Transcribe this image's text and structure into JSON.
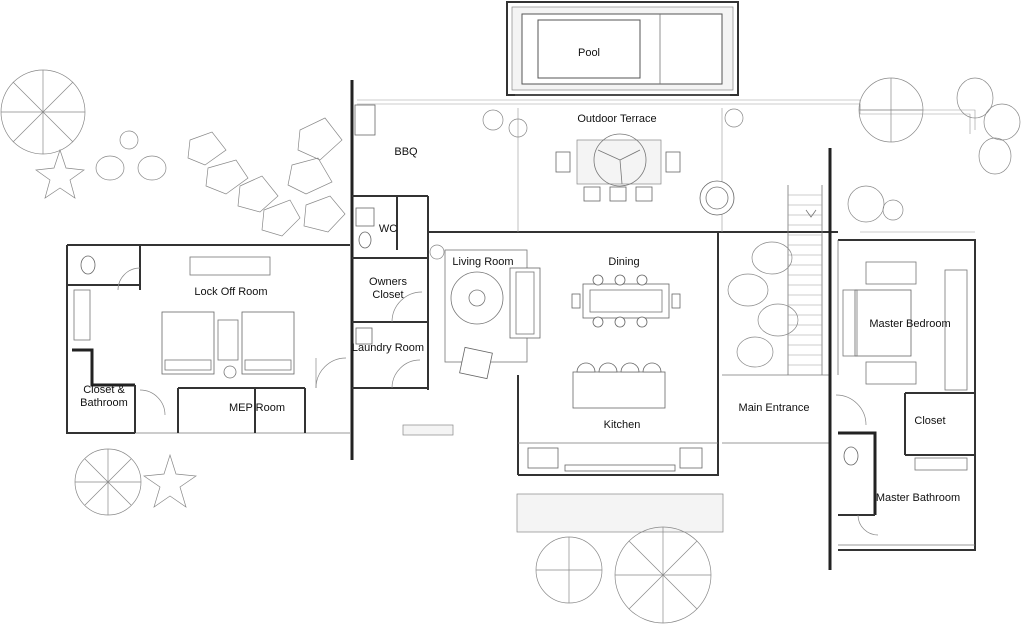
{
  "rooms": {
    "pool": "Pool",
    "outdoor_terrace": "Outdoor Terrace",
    "bbq": "BBQ",
    "wc": "WC",
    "living_room": "Living Room",
    "dining": "Dining",
    "owners_closet_line1": "Owners",
    "owners_closet_line2": "Closet",
    "lock_off_room": "Lock Off Room",
    "laundry_room": "Laundry Room",
    "closet_bathroom_line1": "Closet &",
    "closet_bathroom_line2": "Bathroom",
    "mep_room": "MEP Room",
    "kitchen": "Kitchen",
    "main_entrance": "Main Entrance",
    "master_bedroom": "Master Bedroom",
    "closet": "Closet",
    "master_bathroom": "Master Bathroom"
  }
}
